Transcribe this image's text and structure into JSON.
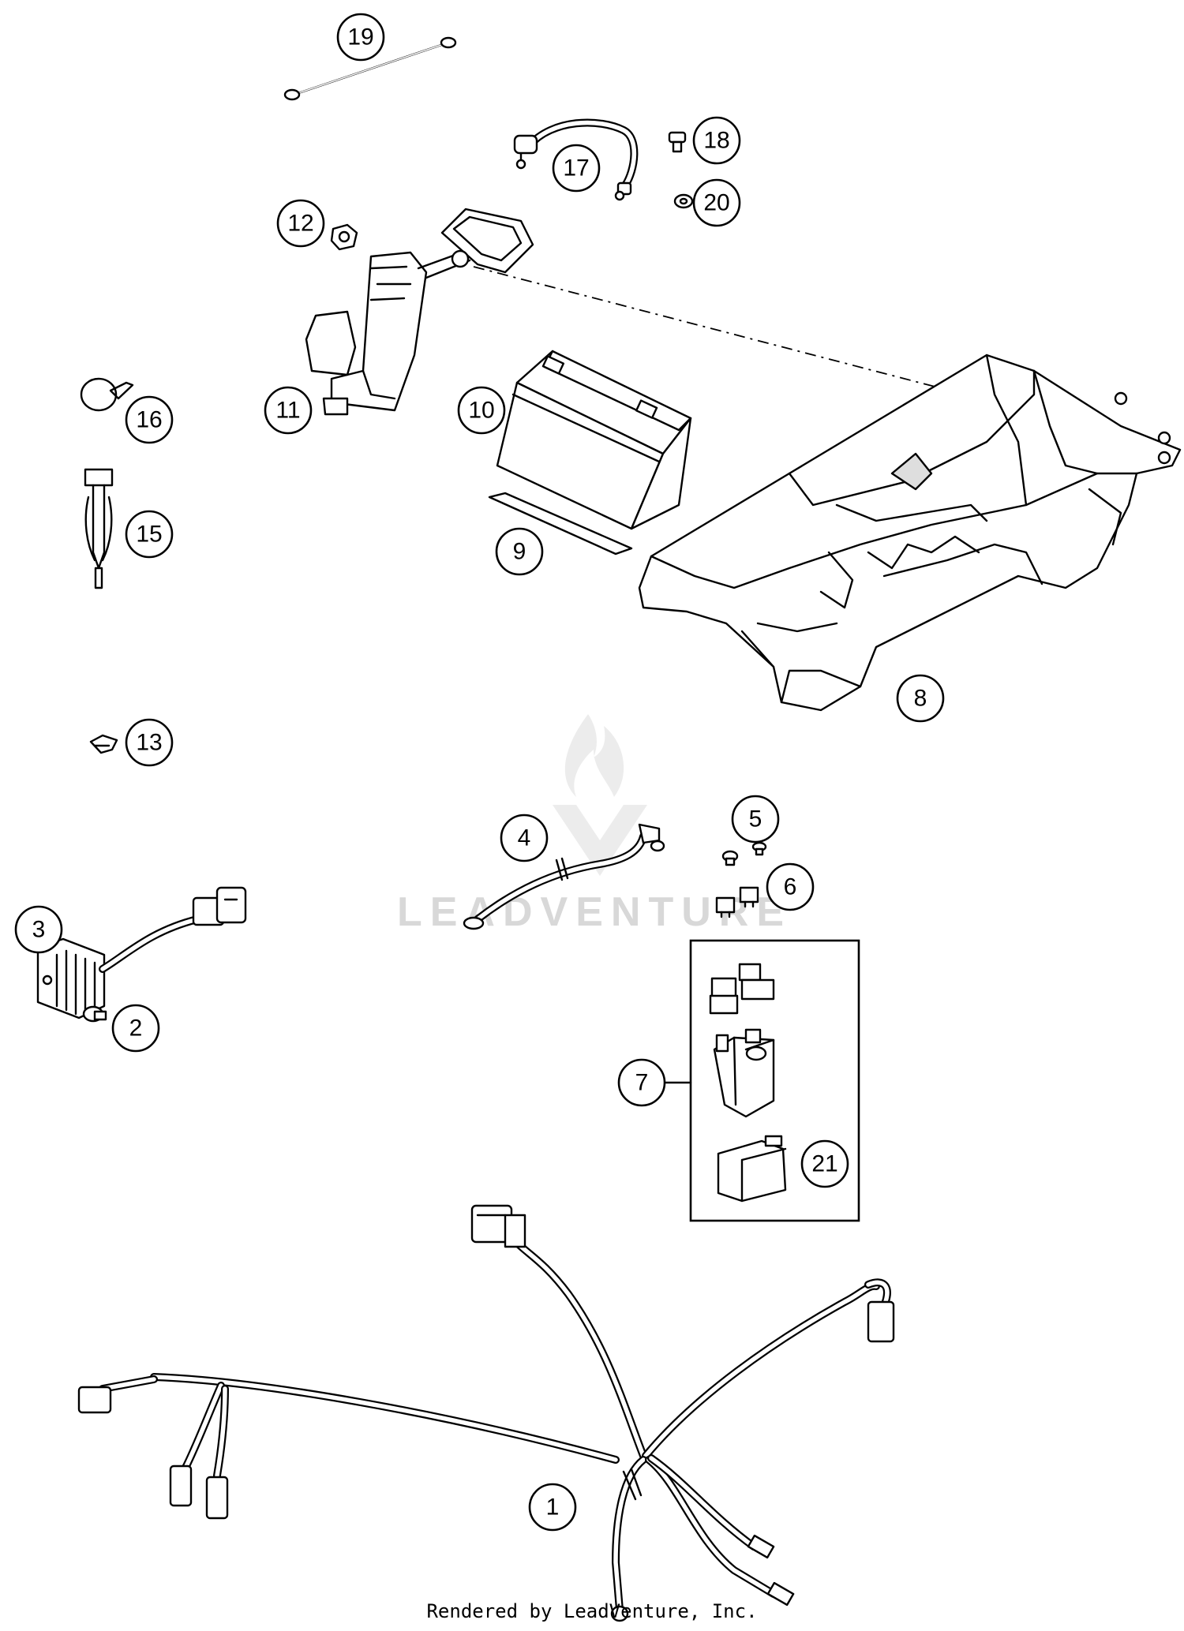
{
  "callouts": [
    {
      "id": "1",
      "label": "1"
    },
    {
      "id": "2",
      "label": "2"
    },
    {
      "id": "3",
      "label": "3"
    },
    {
      "id": "4",
      "label": "4"
    },
    {
      "id": "5",
      "label": "5"
    },
    {
      "id": "6",
      "label": "6"
    },
    {
      "id": "7",
      "label": "7"
    },
    {
      "id": "8",
      "label": "8"
    },
    {
      "id": "9",
      "label": "9"
    },
    {
      "id": "10",
      "label": "10"
    },
    {
      "id": "11",
      "label": "11"
    },
    {
      "id": "12",
      "label": "12"
    },
    {
      "id": "13",
      "label": "13"
    },
    {
      "id": "15",
      "label": "15"
    },
    {
      "id": "16",
      "label": "16"
    },
    {
      "id": "17",
      "label": "17"
    },
    {
      "id": "18",
      "label": "18"
    },
    {
      "id": "19",
      "label": "19"
    },
    {
      "id": "20",
      "label": "20"
    },
    {
      "id": "21",
      "label": "21"
    }
  ],
  "watermark": {
    "text": "LEADVENTURE"
  },
  "footer": {
    "text": "Rendered by LeadVenture, Inc."
  },
  "colors": {
    "line": "#000000",
    "background": "#ffffff",
    "watermark": "#d8d8d8"
  }
}
